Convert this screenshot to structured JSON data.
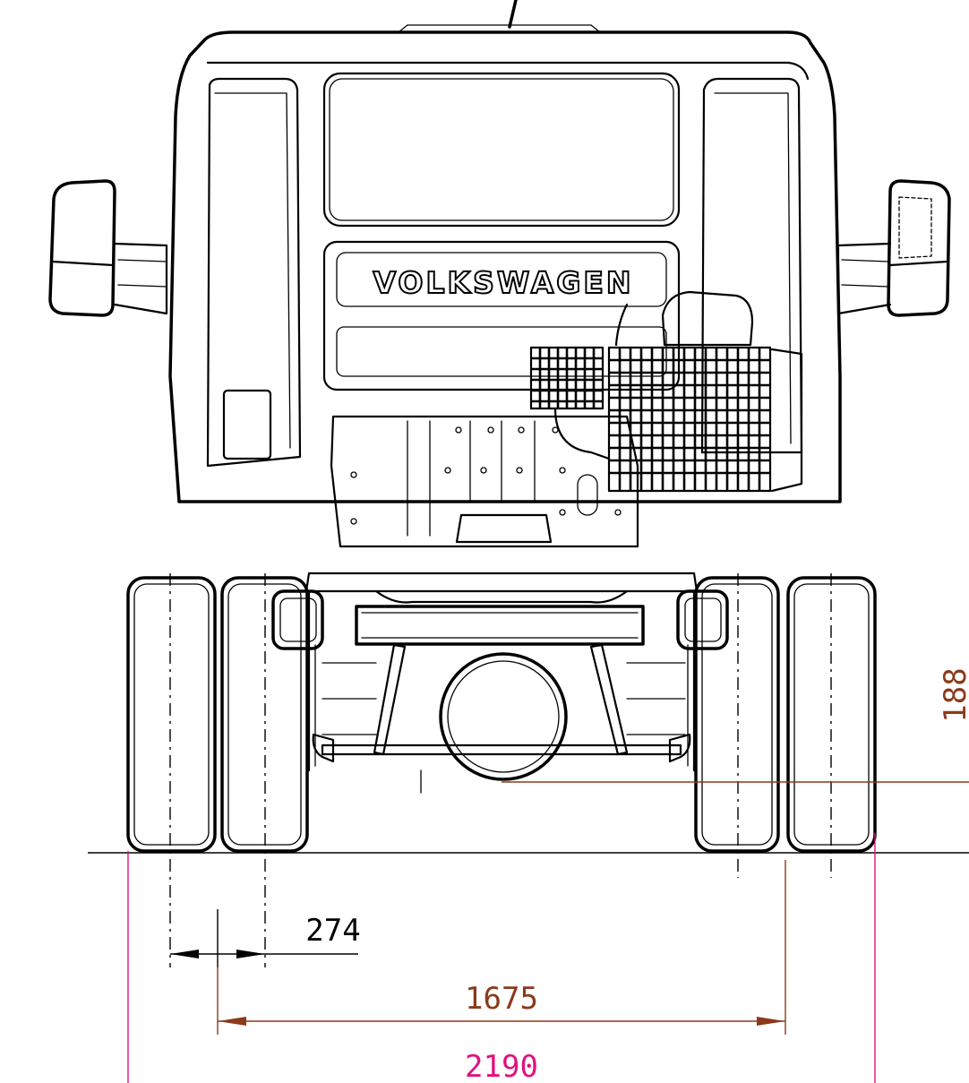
{
  "brand_text": "VOLKSWAGEN",
  "dimensions": {
    "dual_tire_spacing": {
      "label": "274",
      "color": "#000000"
    },
    "track_width": {
      "label": "1675",
      "color": "#8b3a1a"
    },
    "overall_width": {
      "label": "2190",
      "color": "#e0117f"
    },
    "ground_clearance": {
      "label": "188",
      "color": "#8b3a1a"
    }
  }
}
